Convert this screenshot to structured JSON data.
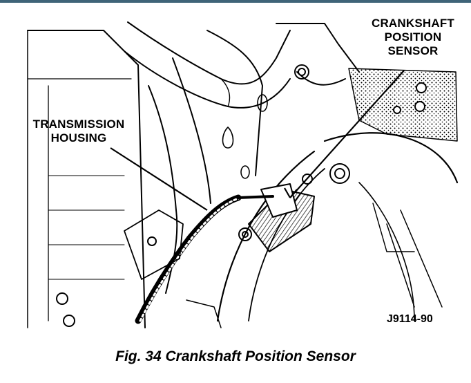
{
  "figure": {
    "labels": {
      "crankshaft_line1": "CRANKSHAFT",
      "crankshaft_line2": "POSITION",
      "crankshaft_line3": "SENSOR",
      "transmission_line1": "TRANSMISSION",
      "transmission_line2": "HOUSING"
    },
    "code": "J9114-90",
    "caption": "Fig. 34 Crankshaft Position Sensor"
  },
  "colors": {
    "frame_bar": "#3f6478",
    "ink": "#000000",
    "paper": "#ffffff"
  }
}
